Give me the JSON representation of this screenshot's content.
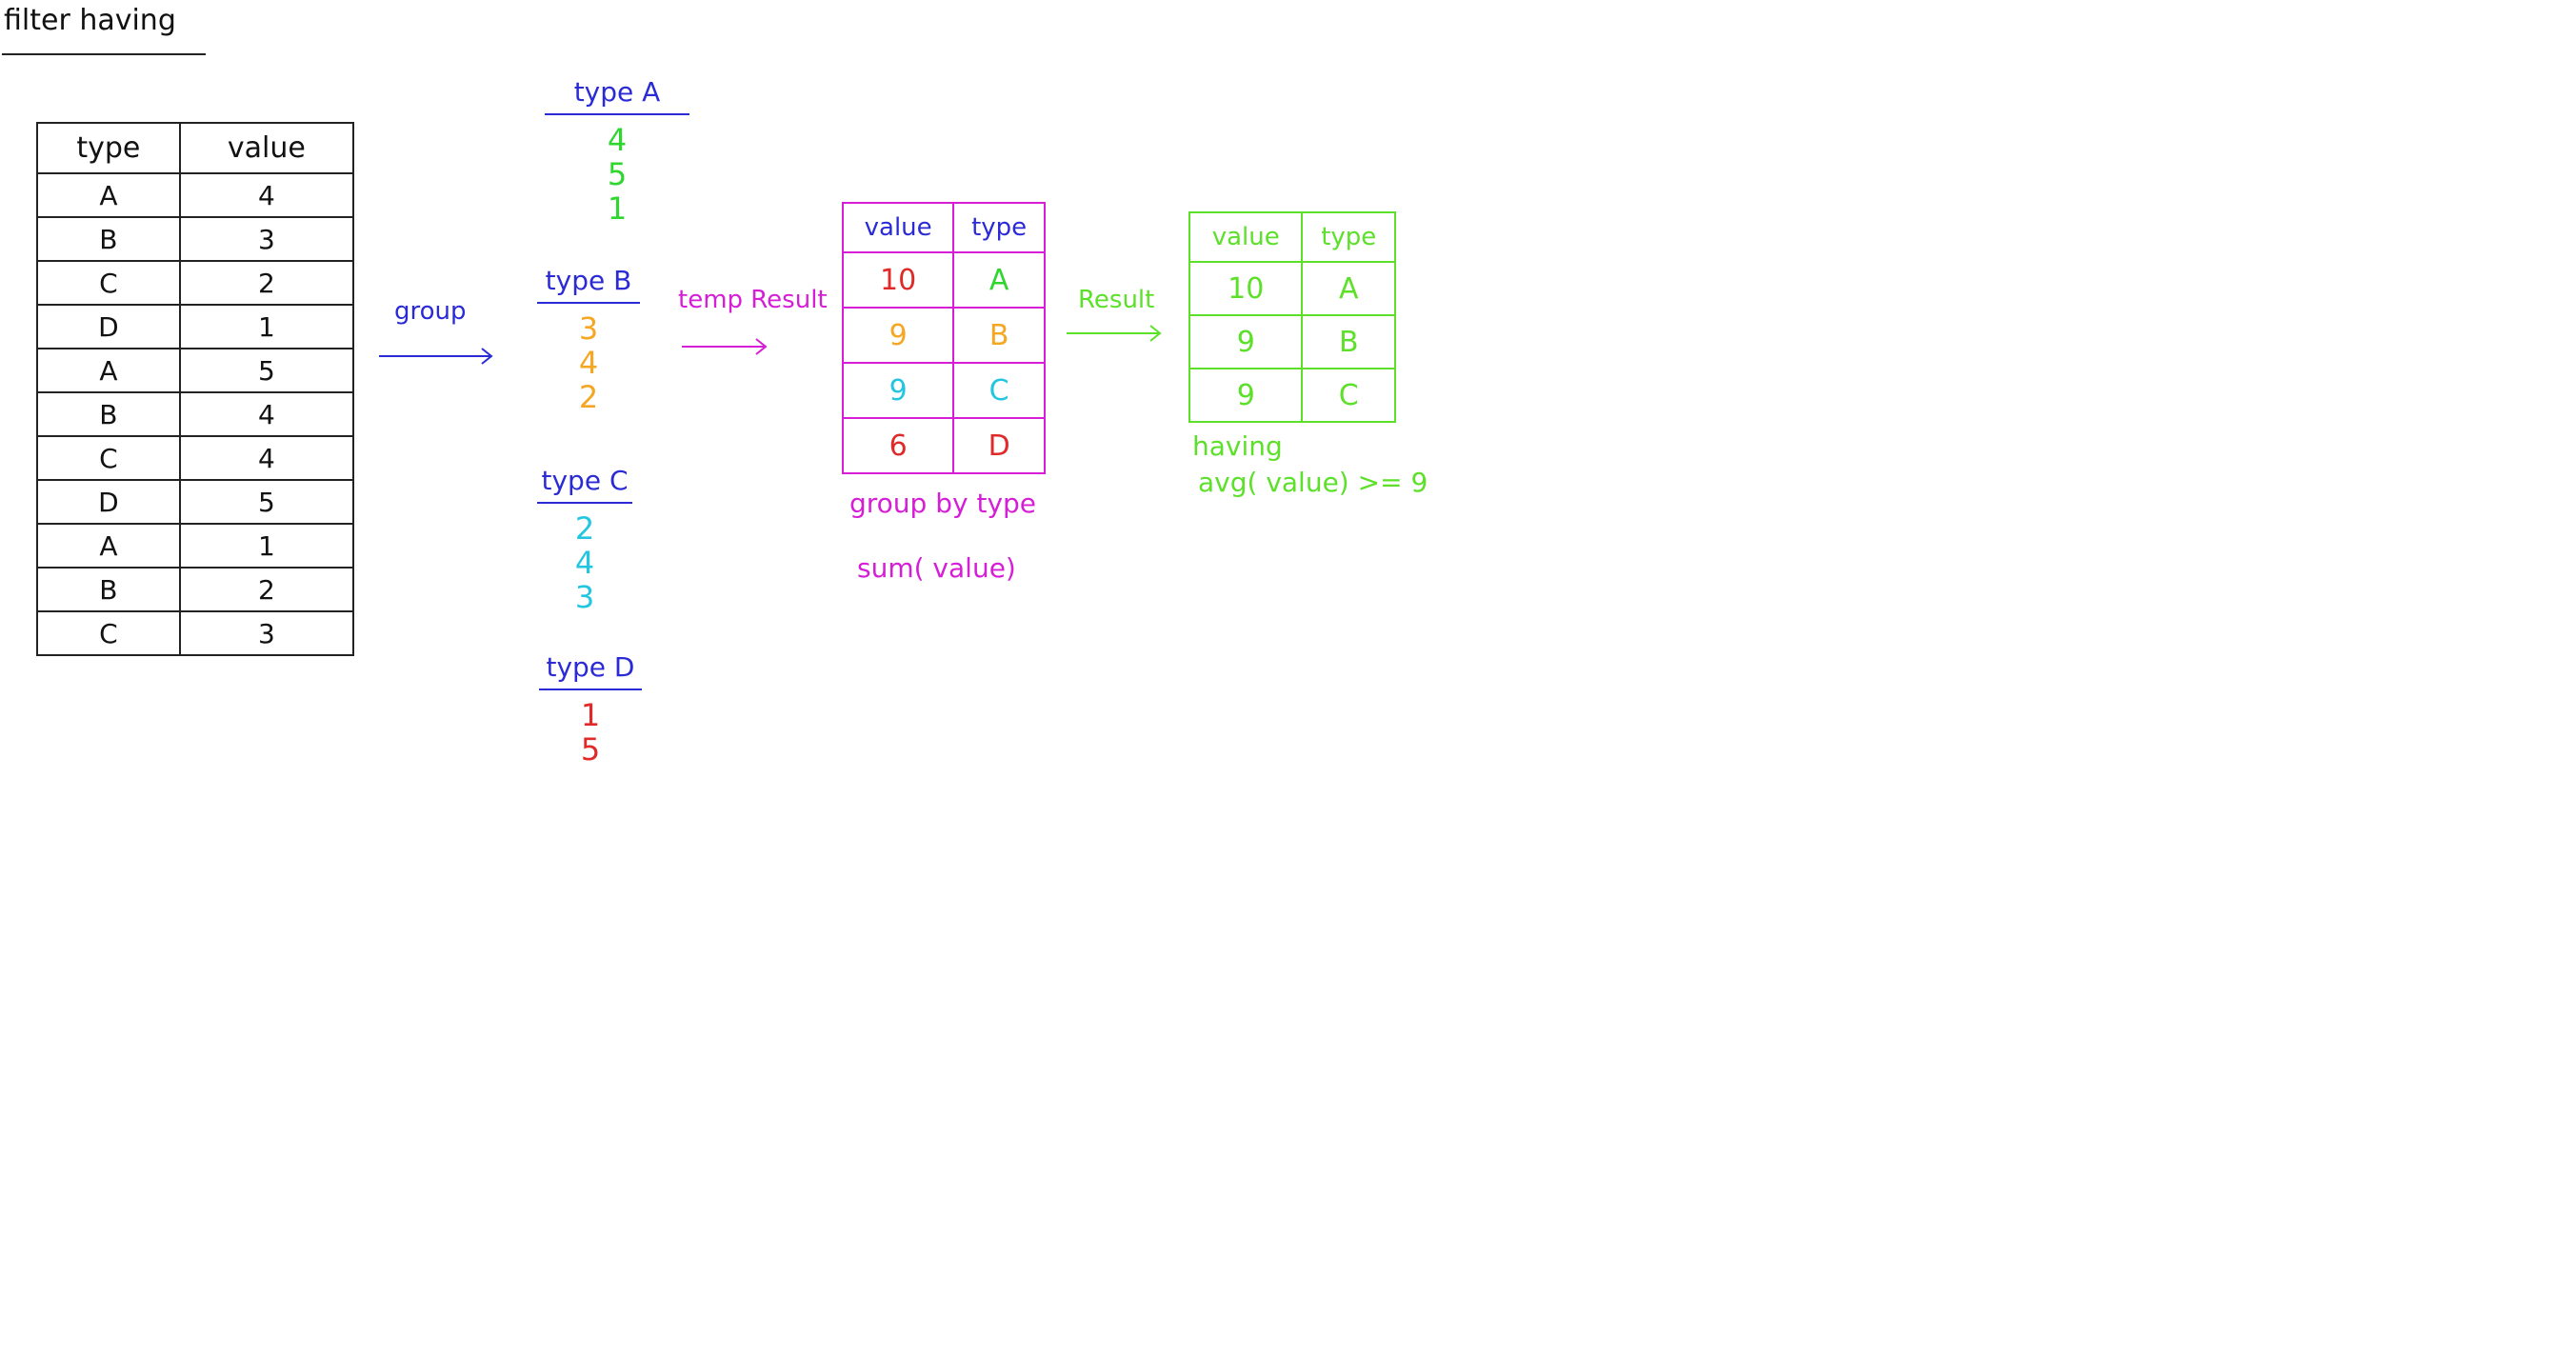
{
  "title": "filter having",
  "colors": {
    "ink": "#111111",
    "blue": "#2b2bd6",
    "green": "#2fd62f",
    "orange": "#f5a623",
    "cyan": "#22c6e0",
    "red": "#e02a2a",
    "magenta": "#d51ed5",
    "lime": "#5de02a"
  },
  "base_table": {
    "headers": [
      "type",
      "value"
    ],
    "rows": [
      [
        "A",
        "4"
      ],
      [
        "B",
        "3"
      ],
      [
        "C",
        "2"
      ],
      [
        "D",
        "1"
      ],
      [
        "A",
        "5"
      ],
      [
        "B",
        "4"
      ],
      [
        "C",
        "4"
      ],
      [
        "D",
        "5"
      ],
      [
        "A",
        "1"
      ],
      [
        "B",
        "2"
      ],
      [
        "C",
        "3"
      ]
    ]
  },
  "labels": {
    "group": "group",
    "temp_result": "temp Result",
    "result": "Result"
  },
  "groups": [
    {
      "title": "type A",
      "values": [
        "4",
        "5",
        "1"
      ],
      "color": "#2fd62f"
    },
    {
      "title": "type B",
      "values": [
        "3",
        "4",
        "2"
      ],
      "color": "#f5a623"
    },
    {
      "title": "type C",
      "values": [
        "2",
        "4",
        "3"
      ],
      "color": "#22c6e0"
    },
    {
      "title": "type D",
      "values": [
        "1",
        "5"
      ],
      "color": "#e02a2a"
    }
  ],
  "temp_table": {
    "headers": [
      "value",
      "type"
    ],
    "rows": [
      {
        "value": "10",
        "type": "A",
        "value_color": "#e02a2a",
        "type_color": "#2fd62f"
      },
      {
        "value": "9",
        "type": "B",
        "value_color": "#f5a623",
        "type_color": "#f5a623"
      },
      {
        "value": "9",
        "type": "C",
        "value_color": "#22c6e0",
        "type_color": "#22c6e0"
      },
      {
        "value": "6",
        "type": "D",
        "value_color": "#e02a2a",
        "type_color": "#e02a2a"
      }
    ]
  },
  "temp_note": [
    "group by type",
    "sum( value)"
  ],
  "result_table": {
    "headers": [
      "value",
      "type"
    ],
    "rows": [
      [
        "10",
        "A"
      ],
      [
        "9",
        "B"
      ],
      [
        "9",
        "C"
      ]
    ]
  },
  "result_note": [
    "having",
    "avg( value) >= 9"
  ]
}
